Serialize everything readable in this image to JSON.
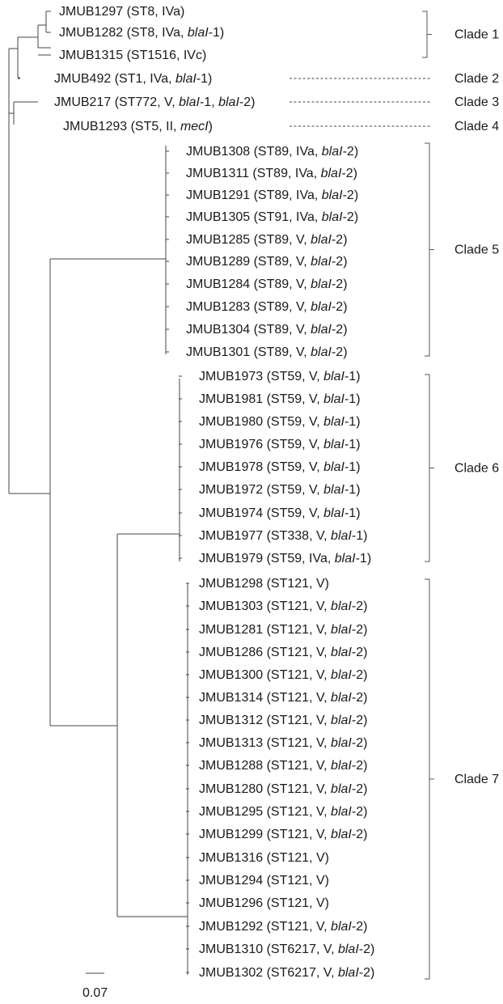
{
  "figure": {
    "type": "phylogenetic-tree",
    "scale_bar_label": "0.07",
    "clades": [
      {
        "label": "Clade 1",
        "taxa": [
          {
            "id": "JMUB1297",
            "st": "ST8",
            "scc": "IVa",
            "genes": []
          },
          {
            "id": "JMUB1282",
            "st": "ST8",
            "scc": "IVa",
            "genes": [
              "blaI-1"
            ]
          },
          {
            "id": "JMUB1315",
            "st": "ST1516",
            "scc": "IVc",
            "genes": []
          }
        ]
      },
      {
        "label": "Clade 2",
        "taxa": [
          {
            "id": "JMUB492",
            "st": "ST1",
            "scc": "IVa",
            "genes": [
              "blaI-1"
            ]
          }
        ]
      },
      {
        "label": "Clade 3",
        "taxa": [
          {
            "id": "JMUB217",
            "st": "ST772",
            "scc": "V",
            "genes": [
              "blaI-1",
              "blaI-2"
            ]
          }
        ]
      },
      {
        "label": "Clade 4",
        "taxa": [
          {
            "id": "JMUB1293",
            "st": "ST5",
            "scc": "II",
            "genes": [
              "mecI"
            ]
          }
        ]
      },
      {
        "label": "Clade 5",
        "taxa": [
          {
            "id": "JMUB1308",
            "st": "ST89",
            "scc": "IVa",
            "genes": [
              "blaI-2"
            ]
          },
          {
            "id": "JMUB1311",
            "st": "ST89",
            "scc": "IVa",
            "genes": [
              "blaI-2"
            ]
          },
          {
            "id": "JMUB1291",
            "st": "ST89",
            "scc": "IVa",
            "genes": [
              "blaI-2"
            ]
          },
          {
            "id": "JMUB1305",
            "st": "ST91",
            "scc": "IVa",
            "genes": [
              "blaI-2"
            ]
          },
          {
            "id": "JMUB1285",
            "st": "ST89",
            "scc": "V",
            "genes": [
              "blaI-2"
            ]
          },
          {
            "id": "JMUB1289",
            "st": "ST89",
            "scc": "V",
            "genes": [
              "blaI-2"
            ]
          },
          {
            "id": "JMUB1284",
            "st": "ST89",
            "scc": "V",
            "genes": [
              "blaI-2"
            ]
          },
          {
            "id": "JMUB1283",
            "st": "ST89",
            "scc": "V",
            "genes": [
              "blaI-2"
            ]
          },
          {
            "id": "JMUB1304",
            "st": "ST89",
            "scc": "V",
            "genes": [
              "blaI-2"
            ]
          },
          {
            "id": "JMUB1301",
            "st": "ST89",
            "scc": "V",
            "genes": [
              "blaI-2"
            ]
          }
        ]
      },
      {
        "label": "Clade 6",
        "taxa": [
          {
            "id": "JMUB1973",
            "st": "ST59",
            "scc": "V",
            "genes": [
              "blaI-1"
            ]
          },
          {
            "id": "JMUB1981",
            "st": "ST59",
            "scc": "V",
            "genes": [
              "blaI-1"
            ]
          },
          {
            "id": "JMUB1980",
            "st": "ST59",
            "scc": "V",
            "genes": [
              "blaI-1"
            ]
          },
          {
            "id": "JMUB1976",
            "st": "ST59",
            "scc": "V",
            "genes": [
              "blaI-1"
            ]
          },
          {
            "id": "JMUB1978",
            "st": "ST59",
            "scc": "V",
            "genes": [
              "blaI-1"
            ]
          },
          {
            "id": "JMUB1972",
            "st": "ST59",
            "scc": "V",
            "genes": [
              "blaI-1"
            ]
          },
          {
            "id": "JMUB1974",
            "st": "ST59",
            "scc": "V",
            "genes": [
              "blaI-1"
            ]
          },
          {
            "id": "JMUB1977",
            "st": "ST338",
            "scc": "V",
            "genes": [
              "blaI-1"
            ]
          },
          {
            "id": "JMUB1979",
            "st": "ST59",
            "scc": "IVa",
            "genes": [
              "blaI-1"
            ]
          }
        ]
      },
      {
        "label": "Clade 7",
        "taxa": [
          {
            "id": "JMUB1298",
            "st": "ST121",
            "scc": "V",
            "genes": []
          },
          {
            "id": "JMUB1303",
            "st": "ST121",
            "scc": "V",
            "genes": [
              "blaI-2"
            ]
          },
          {
            "id": "JMUB1281",
            "st": "ST121",
            "scc": "V",
            "genes": [
              "blaI-2"
            ]
          },
          {
            "id": "JMUB1286",
            "st": "ST121",
            "scc": "V",
            "genes": [
              "blaI-2"
            ]
          },
          {
            "id": "JMUB1300",
            "st": "ST121",
            "scc": "V",
            "genes": [
              "blaI-2"
            ]
          },
          {
            "id": "JMUB1314",
            "st": "ST121",
            "scc": "V",
            "genes": [
              "blaI-2"
            ]
          },
          {
            "id": "JMUB1312",
            "st": "ST121",
            "scc": "V",
            "genes": [
              "blaI-2"
            ]
          },
          {
            "id": "JMUB1313",
            "st": "ST121",
            "scc": "V",
            "genes": [
              "blaI-2"
            ]
          },
          {
            "id": "JMUB1288",
            "st": "ST121",
            "scc": "V",
            "genes": [
              "blaI-2"
            ]
          },
          {
            "id": "JMUB1280",
            "st": "ST121",
            "scc": "V",
            "genes": [
              "blaI-2"
            ]
          },
          {
            "id": "JMUB1295",
            "st": "ST121",
            "scc": "V",
            "genes": [
              "blaI-2"
            ]
          },
          {
            "id": "JMUB1299",
            "st": "ST121",
            "scc": "V",
            "genes": [
              "blaI-2"
            ]
          },
          {
            "id": "JMUB1316",
            "st": "ST121",
            "scc": "V",
            "genes": []
          },
          {
            "id": "JMUB1294",
            "st": "ST121",
            "scc": "V",
            "genes": []
          },
          {
            "id": "JMUB1296",
            "st": "ST121",
            "scc": "V",
            "genes": []
          },
          {
            "id": "JMUB1292",
            "st": "ST121",
            "scc": "V",
            "genes": [
              "blaI-2"
            ]
          },
          {
            "id": "JMUB1310",
            "st": "ST6217",
            "scc": "V",
            "genes": [
              "blaI-2"
            ]
          },
          {
            "id": "JMUB1302",
            "st": "ST6217",
            "scc": "V",
            "genes": [
              "blaI-2"
            ]
          }
        ]
      }
    ]
  }
}
